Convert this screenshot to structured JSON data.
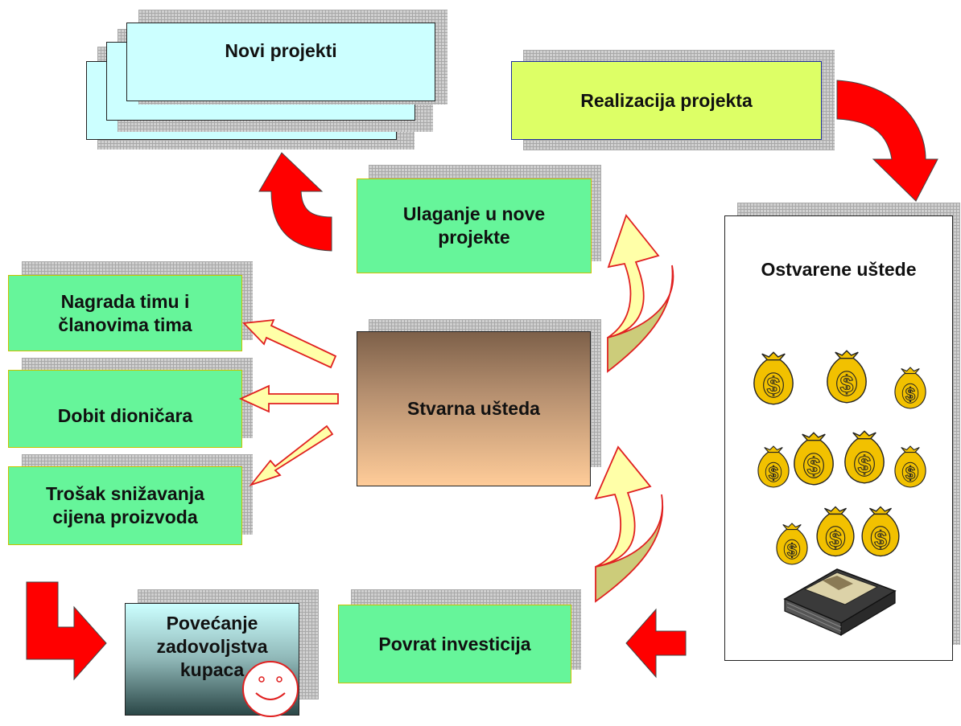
{
  "boxes": {
    "novi_projekti": "Novi projekti",
    "realizacija": "Realizacija  projekta",
    "ulaganje": "Ulaganje u nove projekte",
    "ostvarene_ustede": "Ostvarene uštede",
    "nagrada": "Nagrada timu i članovima tima",
    "dobit": "Dobit dioničara",
    "trosak": "Trošak snižavanja cijena proizvoda",
    "stvarna_usteda": "Stvarna ušteda",
    "povecanje": "Povećanje zadovoljstva kupaca",
    "povrat": "Povrat investicija"
  },
  "icons": {
    "money_bag": "money-bag-icon",
    "cash_stack": "cash-stack-icon",
    "smiley": "smiley-icon"
  },
  "bag_symbol": "$",
  "colors": {
    "green_box": "#66f59a",
    "lime_box": "#ddff66",
    "cyan_box": "#ccffff",
    "red_arrow": "#ff0000",
    "yellow_arrow": "#ffffa8",
    "bag_gold": "#f2c100"
  }
}
